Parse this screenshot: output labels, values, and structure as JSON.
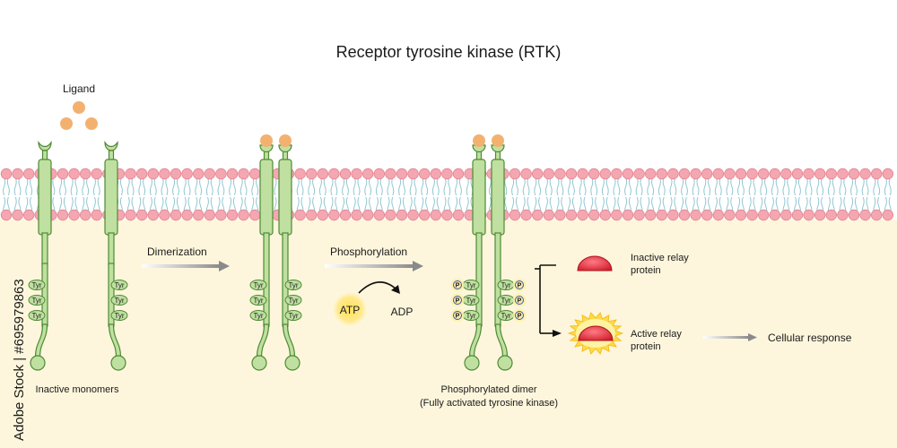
{
  "title": "Receptor tyrosine kinase (RTK)",
  "ligand_label": "Ligand",
  "tyr_label": "Tyr",
  "phosphate_label": "P",
  "stages": {
    "inactive": "Inactive monomers",
    "phosphorylated_line1": "Phosphorylated dimer",
    "phosphorylated_line2": "(Fully activated tyrosine kinase)"
  },
  "steps": {
    "dimerization": "Dimerization",
    "phosphorylation": "Phosphorylation",
    "atp": "ATP",
    "adp": "ADP"
  },
  "outcomes": {
    "inactive_relay_line1": "Inactive relay",
    "inactive_relay_line2": "protein",
    "active_relay_line1": "Active relay",
    "active_relay_line2": "protein",
    "cellular_response": "Cellular response"
  },
  "watermark": "Adobe Stock | #695979863",
  "colors": {
    "receptor_fill": "#bfe0a0",
    "receptor_stroke": "#4f8a36",
    "ligand": "#f3b170",
    "lipid_head": "#f4a7b0",
    "lipid_tail": "#8fc7d2",
    "cytoplasm": "#fdf6dc",
    "relay_protein": "#e53240",
    "glow": "#ffd94a"
  }
}
